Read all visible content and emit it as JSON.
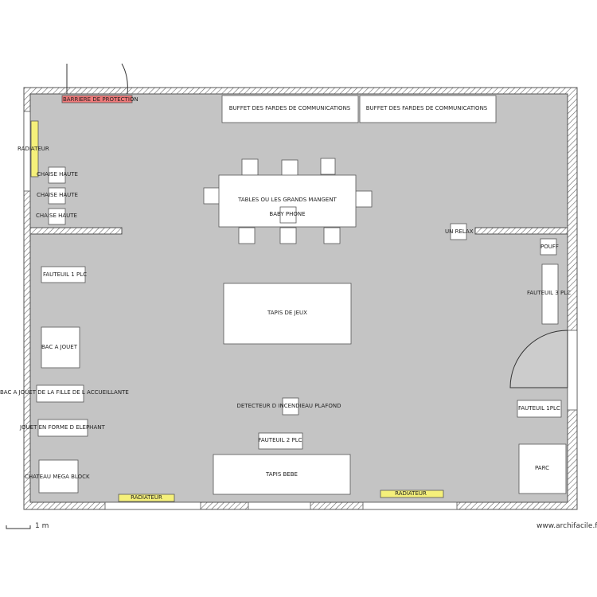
{
  "labels": {
    "barrier": "BARRIERE DE PROTECTION",
    "buffet_1": "BUFFET DES FARDES DE COMMUNICATIONS",
    "buffet_2": "BUFFET DES FARDES DE COMMUNICATIONS",
    "radiator_left": "RADIATEUR",
    "high_chair_1": "CHAISE HAUTE",
    "high_chair_2": "CHAISE HAUTE",
    "high_chair_3": "CHAISE HAUTE",
    "table": "TABLES OU LES GRANDS MANGENT",
    "baby_phone": "BABY PHONE",
    "relax": "UN RELAX",
    "pouf": "POUFF",
    "armchair_1plc_left": "FAUTEUIL 1 PLC",
    "armchair_3plc": "FAUTEUIL 3 PLC",
    "play_mat": "TAPIS DE JEUX",
    "toy_box": "BAC A JOUET",
    "toy_box_daughter": "BAC A JOUET DE LA FILLE DE L ACCUEILLANTE",
    "smoke_detector": "DETECTEUR D INCENDIEAU PLAFOND",
    "armchair_1plc_right": "FAUTEUIL 1PLC",
    "elephant_toy": "JOUET EN FORME D ELEPHANT",
    "armchair_2plc": "FAUTEUIL 2 PLC",
    "mega_block": "CHATEAU MEGA BLOCK",
    "baby_mat": "TAPIS BEBE",
    "playpen": "PARC",
    "radiator_bottom_left": "RADIATEUR",
    "radiator_bottom_right": "RADIATEUR"
  },
  "footer": {
    "scale": "1 m",
    "watermark": "www.archifacile.fr"
  },
  "colors": {
    "floor": "#c4c4c4",
    "wall_fill": "#ffffff",
    "wall_stroke": "#555555",
    "furniture": "#ffffff",
    "radiator": "#f5f07a",
    "barrier": "#f07a7a"
  }
}
